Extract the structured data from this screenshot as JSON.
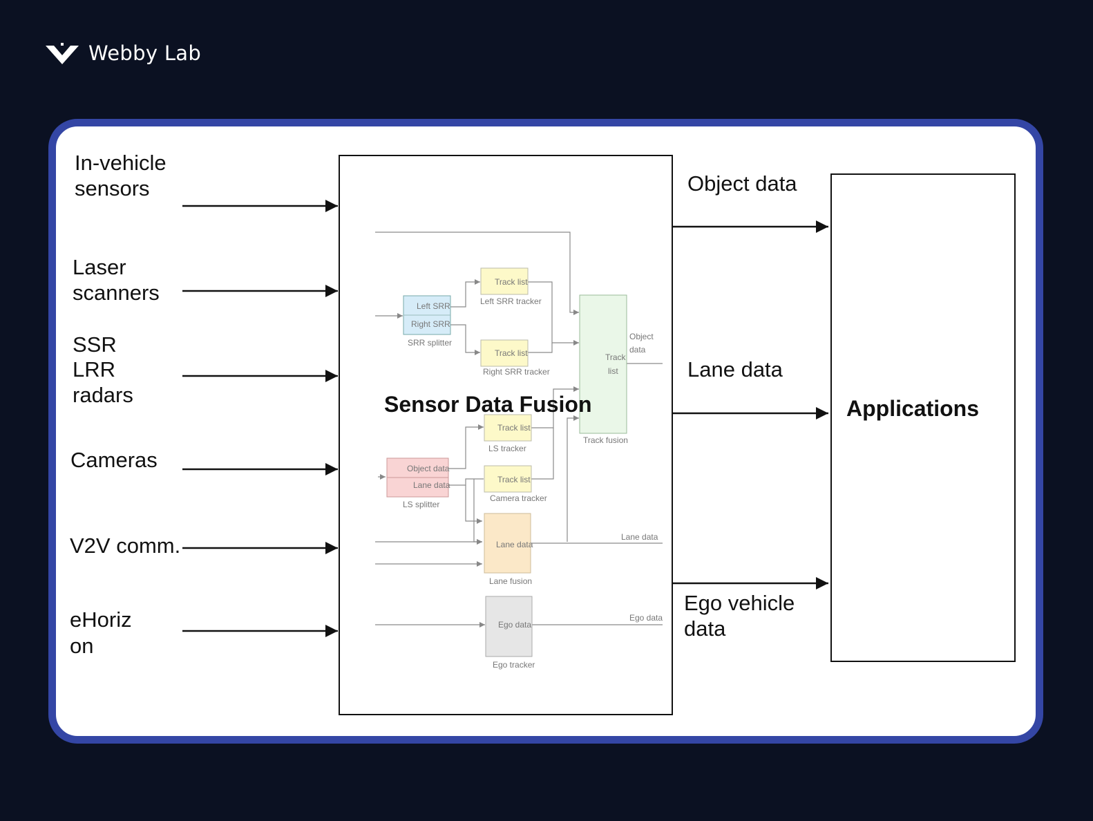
{
  "brand": {
    "name": "Webby Lab",
    "icon": "webbylab-logo-icon"
  },
  "colors": {
    "page_bg": "#0b1122",
    "card_border": "#3446a5",
    "card_bg": "#ffffff"
  },
  "inputs": [
    {
      "lines": [
        "In-vehicle",
        "sensors"
      ]
    },
    {
      "lines": [
        "Laser",
        "scanners"
      ]
    },
    {
      "lines": [
        "SSR",
        "LRR",
        "radars"
      ]
    },
    {
      "lines": [
        "Cameras"
      ]
    },
    {
      "lines": [
        "V2V comm."
      ]
    },
    {
      "lines": [
        "eHoriz",
        "on"
      ]
    }
  ],
  "fusion": {
    "title": "Sensor Data Fusion",
    "srr_splitter": {
      "rows": [
        "Left SRR",
        "Right SRR"
      ],
      "caption": "SRR splitter",
      "color": "#d6ecf8"
    },
    "left_srr_tracker": {
      "label": "Track list",
      "caption": "Left SRR tracker"
    },
    "right_srr_tracker": {
      "label": "Track list",
      "caption": "Right SRR tracker"
    },
    "ls_tracker": {
      "label": "Track list",
      "caption": "LS tracker"
    },
    "camera_tracker": {
      "label": "Track list",
      "caption": "Camera tracker"
    },
    "ls_splitter": {
      "rows": [
        "Object data",
        "Lane data"
      ],
      "caption": "LS splitter",
      "color": "#f9d4d4"
    },
    "track_fusion": {
      "lines": [
        "Track",
        "list"
      ],
      "caption": "Track fusion",
      "color": "#eaf7e8"
    },
    "object_out": [
      "Object",
      "data"
    ],
    "lane_fusion": {
      "label": "Lane data",
      "caption": "Lane fusion",
      "color": "#fbe8c8"
    },
    "lane_out": "Lane data",
    "ego_tracker": {
      "label": "Ego data",
      "caption": "Ego tracker",
      "color": "#e6e6e6"
    },
    "ego_out": "Ego data",
    "tracker_color": "#fdf9c9"
  },
  "outputs": [
    {
      "lines": [
        "Object data"
      ]
    },
    {
      "lines": [
        "Lane data"
      ]
    },
    {
      "lines": [
        "Ego vehicle",
        "data"
      ]
    }
  ],
  "applications": {
    "label": "Applications"
  }
}
